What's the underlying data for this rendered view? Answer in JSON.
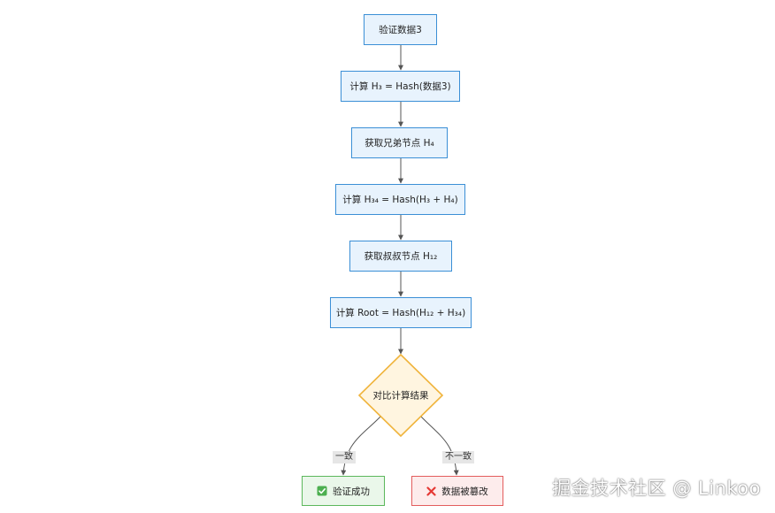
{
  "diagram": {
    "nodes": {
      "verify_data": "验证数据3",
      "compute_h3": "计算 H₃ = Hash(数据3)",
      "get_sibling": "获取兄弟节点 H₄",
      "compute_h34": "计算 H₃₄ = Hash(H₃ + H₄)",
      "get_uncle": "获取叔叔节点 H₁₂",
      "compute_root": "计算 Root = Hash(H₁₂ + H₃₄)",
      "compare": "对比计算结果",
      "success": "验证成功",
      "tampered": "数据被篡改"
    },
    "icons": {
      "success": "check-mark-icon",
      "tampered": "cross-mark-icon"
    },
    "edge_labels": {
      "consistent": "一致",
      "inconsistent": "不一致"
    },
    "colors": {
      "process_fill": "#e8f3fd",
      "process_border": "#3b8fd6",
      "decision_fill": "#fff5e0",
      "decision_border": "#f0b43c",
      "success_fill": "#eaf7ea",
      "success_border": "#5cb85c",
      "fail_fill": "#fdecec",
      "fail_border": "#e35d5d",
      "edge": "#555555"
    }
  },
  "watermark": "掘金技术社区 @ Linkoo"
}
